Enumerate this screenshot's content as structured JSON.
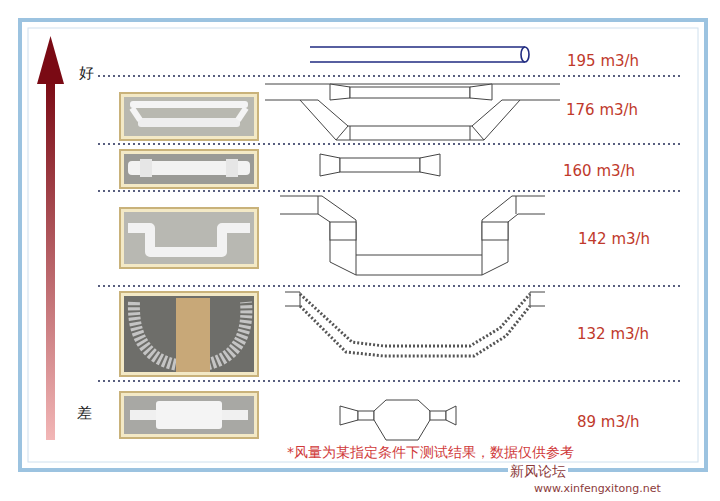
{
  "diagram": {
    "labels": [
      "好",
      "195 m3/h",
      "176 m3/h",
      "160 m3/h",
      "142 m3/h",
      "132 m3/h",
      "差",
      "89 m3/h",
      "*风量为某指定条件下测试结果，数据仅供参考",
      "新风论坛",
      "www.xinfengxitong.net"
    ]
  }
}
